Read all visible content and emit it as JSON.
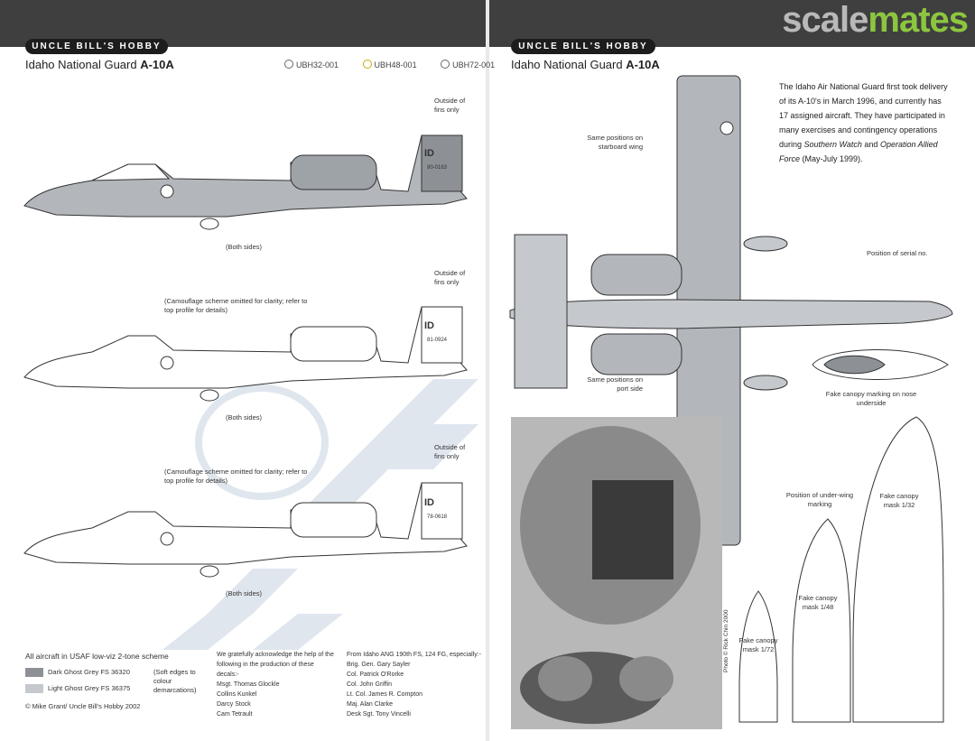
{
  "brand": {
    "part1": "scale",
    "part2": "mates"
  },
  "left_page": {
    "banner": "UNCLE BILL'S HOBBY",
    "title_prefix": "Idaho National Guard ",
    "title_bold": "A-10A",
    "scales": [
      "UBH32-001",
      "UBH48-001",
      "UBH72-001"
    ],
    "outside_fins_label": "Outside of fins only",
    "both_sides_label": "(Both sides)",
    "camo_note": "(Camouflage scheme omitted for clarity; refer to top profile for details)",
    "tail_codes": [
      {
        "code": "ID",
        "serial": "80-0163"
      },
      {
        "code": "ID",
        "serial": "81-0924"
      },
      {
        "code": "ID",
        "serial": "78-0618"
      }
    ],
    "scheme_heading": "All aircraft in  USAF low-viz 2-tone scheme",
    "colors": [
      {
        "name": "Dark Ghost Grey FS 36320",
        "hex": "#8d9196"
      },
      {
        "name": "Light Ghost Grey FS 36375",
        "hex": "#c5c8cc"
      }
    ],
    "soft_edges": "(Soft edges to colour demarcations)",
    "copyright": "© Mike Grant/ Uncle Bill's Hobby  2002",
    "ack_heading": "We gratefully acknowledge the help of the following in the production of these decals:-",
    "ack_names": [
      "Msgt. Thomas Glockle",
      "Collins Kunkel",
      "Darcy Stock",
      "Cam Tetrault"
    ],
    "unit_heading": "From Idaho ANG 190th FS, 124 FG, especially:-",
    "unit_names": [
      "Brig. Gen. Gary Sayler",
      "Col. Patrick O'Rorke",
      "Col. John Griffin",
      "Lt. Col. James R. Compton",
      "Maj. Alan Clarke",
      "Desk Sgt. Tony Vincelli"
    ]
  },
  "right_page": {
    "banner": "UNCLE BILL'S HOBBY",
    "title_prefix": "Idaho National Guard ",
    "title_bold": "A-10A",
    "intro_1": "The Idaho Air National Guard first took delivery of its A-10's in March 1996, and currently has 17 assigned aircraft. They have participated in many exercises and contingency operations during ",
    "intro_italic_1": "Southern Watch",
    "intro_2": " and ",
    "intro_italic_2": "Operation Allied Force",
    "intro_3": " (May-July 1999).",
    "same_positions_starboard": "Same positions on starboard wing",
    "same_positions_port": "Same positions on port side",
    "serial_position": "Position of serial no.",
    "fake_canopy_underside": "Fake canopy marking on nose underside",
    "underwing_marking": "Position of under-wing marking",
    "mask_32": "Fake canopy mask 1/32",
    "mask_48": "Fake canopy mask 1/48",
    "mask_72": "Fake canopy mask 1/72",
    "photo_credit": "Photo © Rick Chin  2000"
  }
}
